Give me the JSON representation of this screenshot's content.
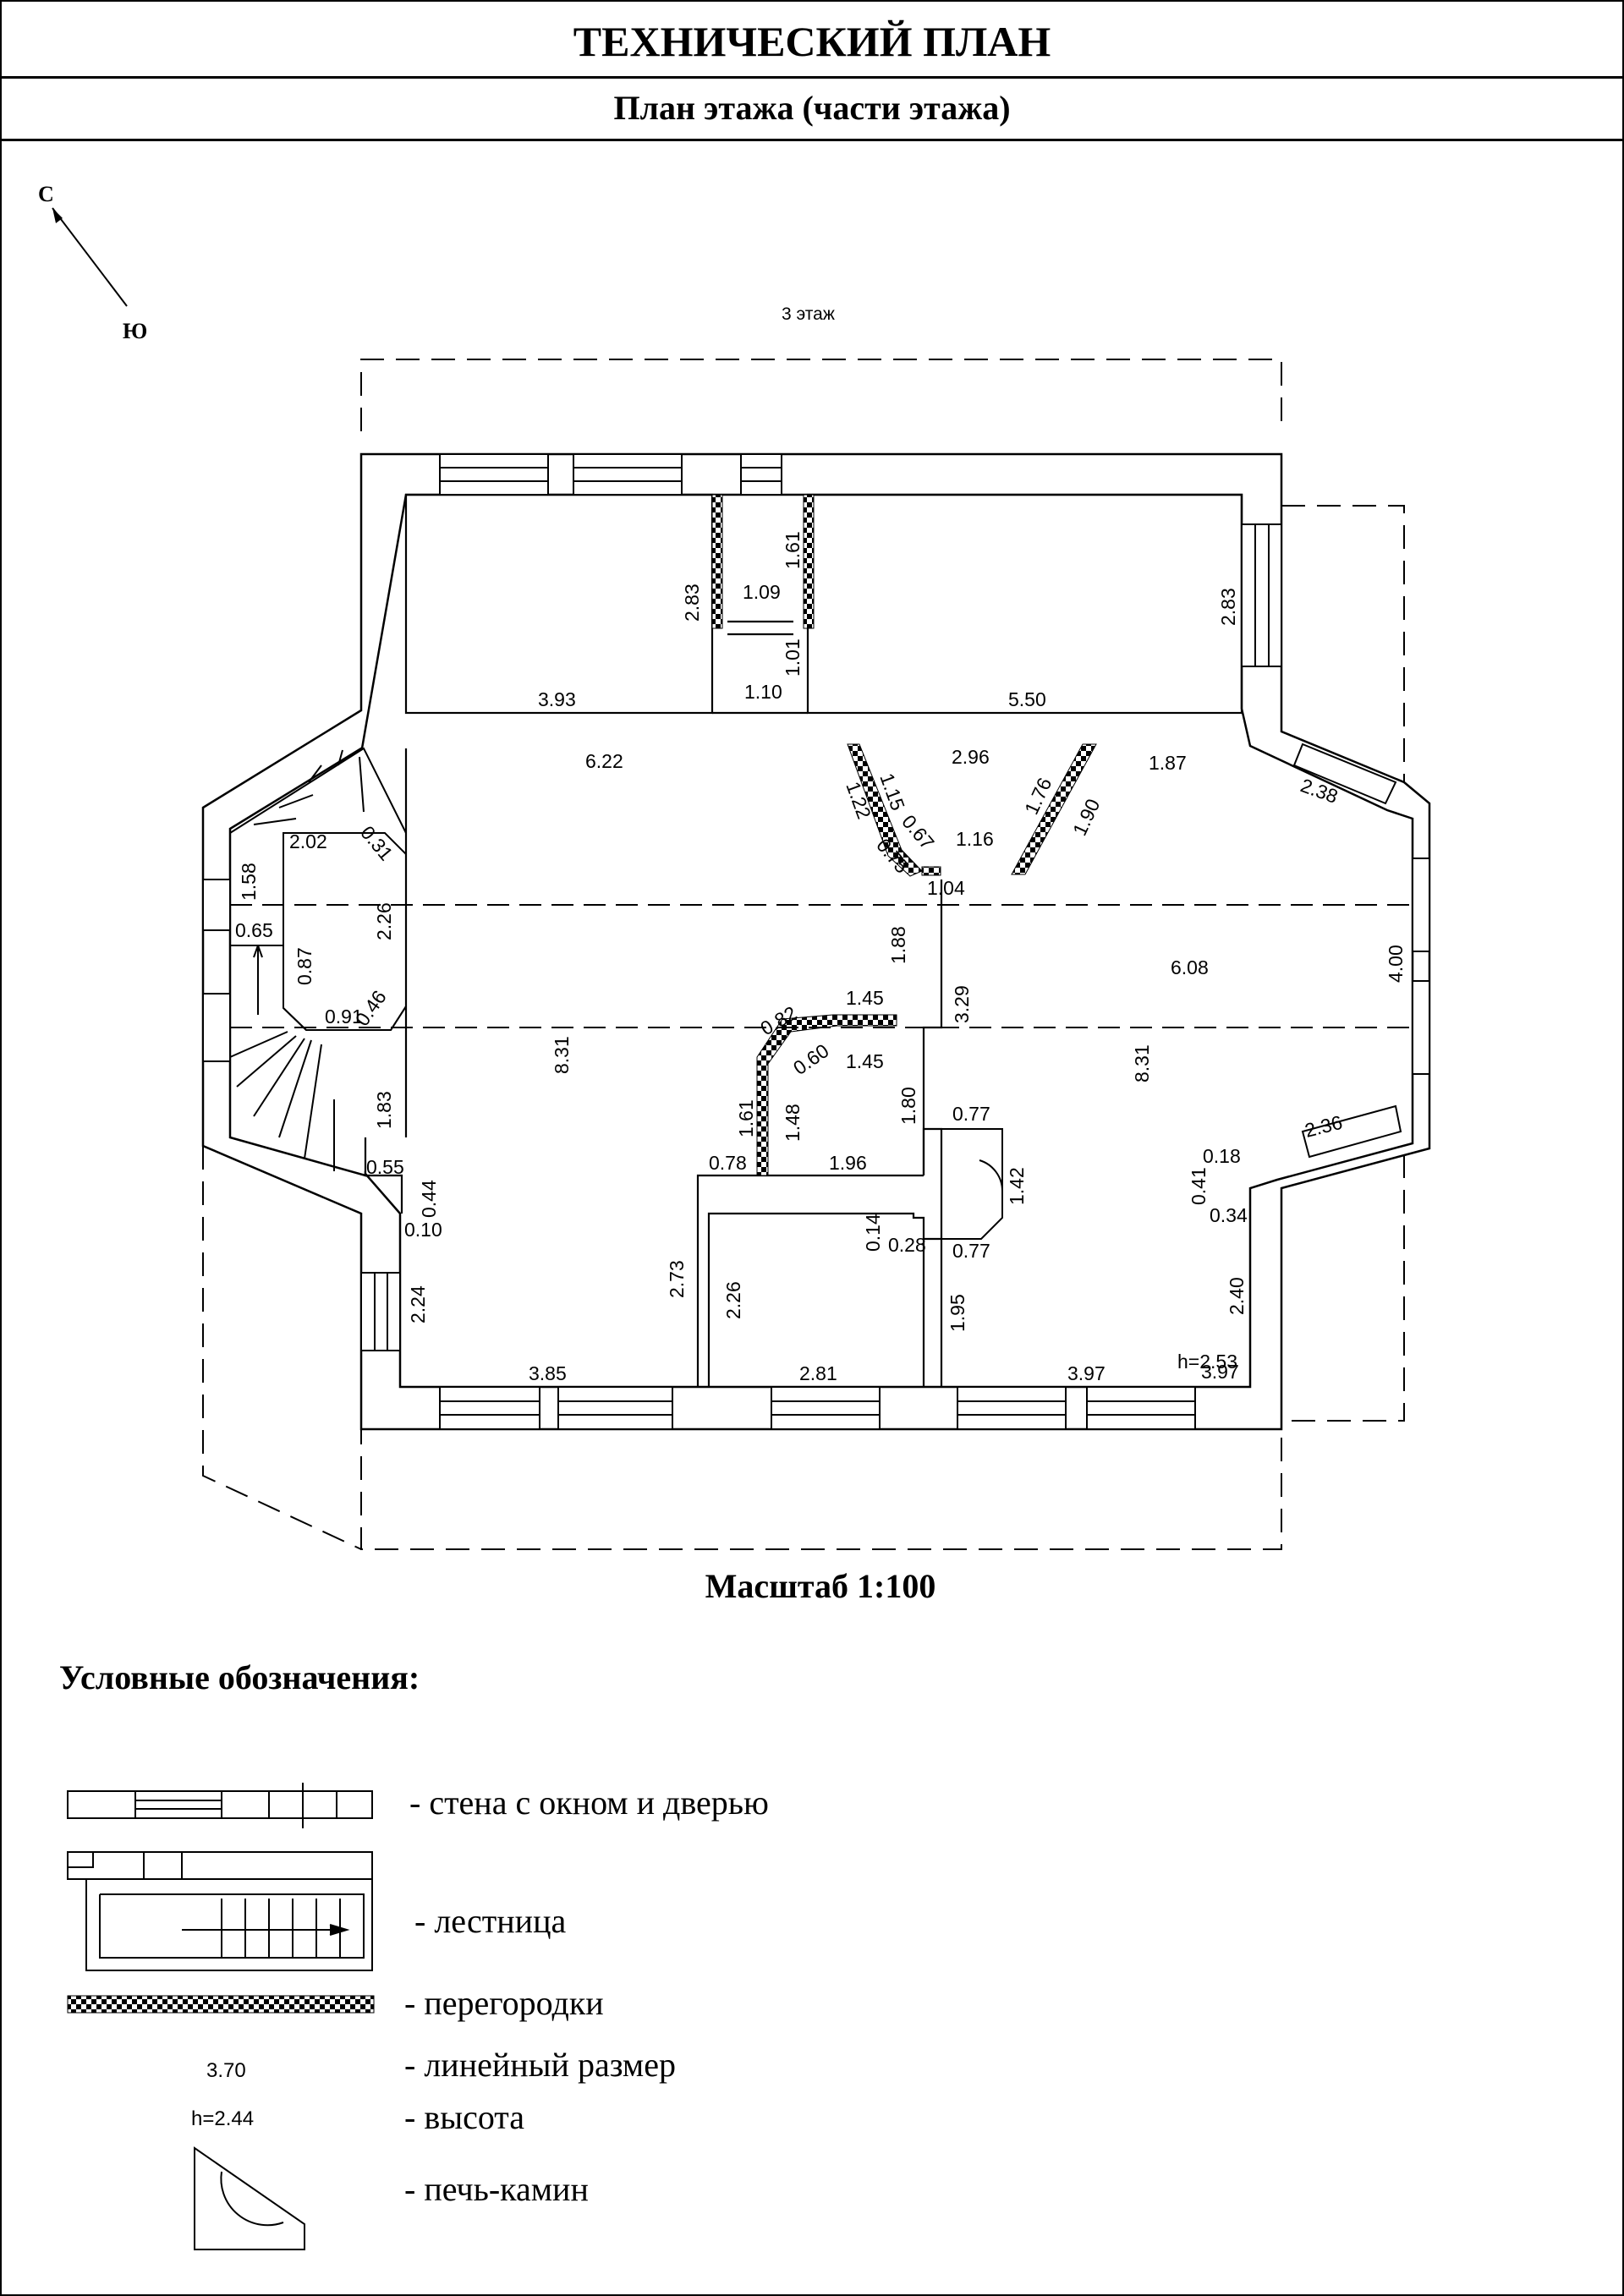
{
  "header": {
    "title": "ТЕХНИЧЕСКИЙ ПЛАН",
    "subtitle": "План этажа (части этажа)"
  },
  "compass": {
    "north": "С",
    "south": "Ю"
  },
  "floor_label": "3 этаж",
  "dimensions": {
    "d_2_83_left": "2.83",
    "d_1_09": "1.09",
    "d_1_61_top": "1.61",
    "d_1_01": "1.01",
    "d_1_10": "1.10",
    "d_3_93": "3.93",
    "d_5_50": "5.50",
    "d_2_83_right": "2.83",
    "d_6_22": "6.22",
    "d_2_96": "2.96",
    "d_1_87": "1.87",
    "d_2_38": "2.38",
    "d_1_15": "1.15",
    "d_1_22": "1.22",
    "d_0_67": "0.67",
    "d_0_75": "0.75",
    "d_1_16": "1.16",
    "d_1_04": "1.04",
    "d_1_76": "1.76",
    "d_1_90": "1.90",
    "d_2_02": "2.02",
    "d_0_31": "0.31",
    "d_1_58": "1.58",
    "d_2_26_stair": "2.26",
    "d_0_65": "0.65",
    "d_0_87": "0.87",
    "d_0_91": "0.91",
    "d_0_46": "0.46",
    "d_1_88": "1.88",
    "d_3_29": "3.29",
    "d_6_08": "6.08",
    "d_4_00": "4.00",
    "d_8_31_left": "8.31",
    "d_8_31_right": "8.31",
    "d_0_82": "0.82",
    "d_1_45_a": "1.45",
    "d_0_60": "0.60",
    "d_1_45_b": "1.45",
    "d_1_61_mid": "1.61",
    "d_1_48": "1.48",
    "d_1_80": "1.80",
    "d_1_83": "1.83",
    "d_0_78": "0.78",
    "d_1_96": "1.96",
    "d_0_55": "0.55",
    "d_0_44": "0.44",
    "d_0_10": "0.10",
    "d_0_77_a": "0.77",
    "d_1_42": "1.42",
    "d_0_77_b": "0.77",
    "d_2_36": "2.36",
    "d_0_18": "0.18",
    "d_0_41": "0.41",
    "d_0_34": "0.34",
    "d_0_14": "0.14",
    "d_0_28": "0.28",
    "d_2_73": "2.73",
    "d_2_26_mid": "2.26",
    "d_1_95": "1.95",
    "d_2_24": "2.24",
    "d_2_40": "2.40",
    "d_h": "h=2.53",
    "d_3_97_h": "3.97",
    "d_3_85": "3.85",
    "d_2_81": "2.81",
    "d_3_97": "3.97"
  },
  "scale_label": "Масштаб 1:100",
  "legend": {
    "title": "Условные обозначения:",
    "items": [
      {
        "label": "- стена с окном и дверью"
      },
      {
        "label": "- лестница"
      },
      {
        "label": "- перегородки"
      },
      {
        "label": "- линейный размер"
      },
      {
        "label": "- высота"
      },
      {
        "label": "- печь-камин"
      }
    ],
    "sample_dimension": "3.70",
    "sample_height": "h=2.44"
  }
}
